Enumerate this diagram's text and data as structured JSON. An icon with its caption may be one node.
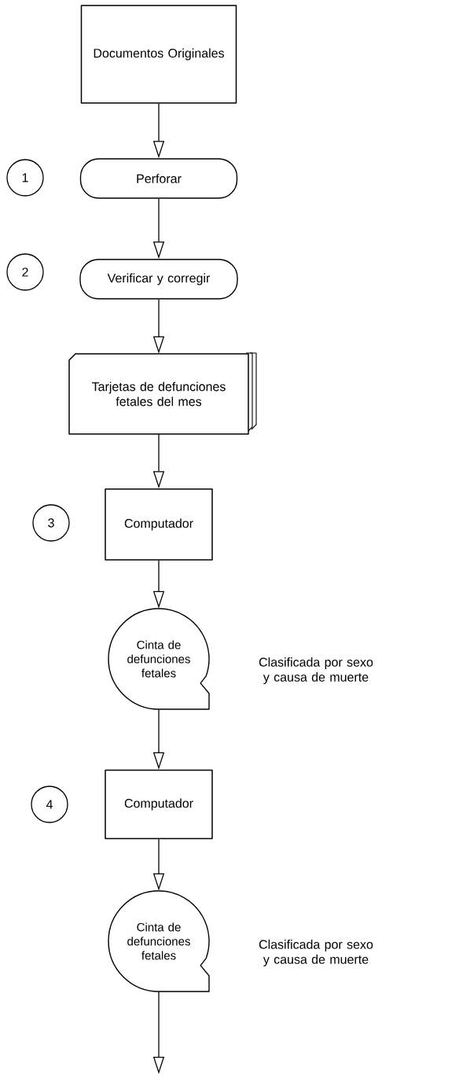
{
  "diagram": {
    "nodes": [
      {
        "text": [
          "Documentos Originales"
        ]
      },
      {
        "text": [
          "1"
        ]
      },
      {
        "text": [
          "Perforar"
        ]
      },
      {
        "text": [
          "2"
        ]
      },
      {
        "text": [
          "Verificar y corregir"
        ]
      },
      {
        "text": [
          "Tarjetas de defunciones fetales del mes"
        ]
      },
      {
        "text": [
          "3"
        ]
      },
      {
        "text": [
          "Computador"
        ]
      },
      {
        "text": [
          "Cinta de defunciones fetales"
        ],
        "beside": [
          "Clasificada por sexo y causa de muerte"
        ]
      },
      {
        "text": [
          "4"
        ]
      },
      {
        "text": [
          "Computador"
        ]
      },
      {
        "text": [
          "Cinta de defunciones fetales"
        ],
        "beside": [
          "Clasificada por sexo y causa de muerte"
        ]
      }
    ],
    "edges": [
      {
        "from": 0,
        "to": 2,
        "arrow": "to"
      },
      {
        "from": 2,
        "to": 4,
        "arrow": "to"
      },
      {
        "from": 4,
        "to": 5,
        "arrow": "to"
      },
      {
        "from": 5,
        "to": 7,
        "arrow": "to"
      },
      {
        "from": 7,
        "to": 8,
        "arrow": "to"
      },
      {
        "from": 8,
        "to": 10,
        "arrow": "to"
      },
      {
        "from": 10,
        "to": 11,
        "arrow": "to"
      },
      {
        "from": 11,
        "to": null,
        "arrow": "to"
      }
    ]
  }
}
